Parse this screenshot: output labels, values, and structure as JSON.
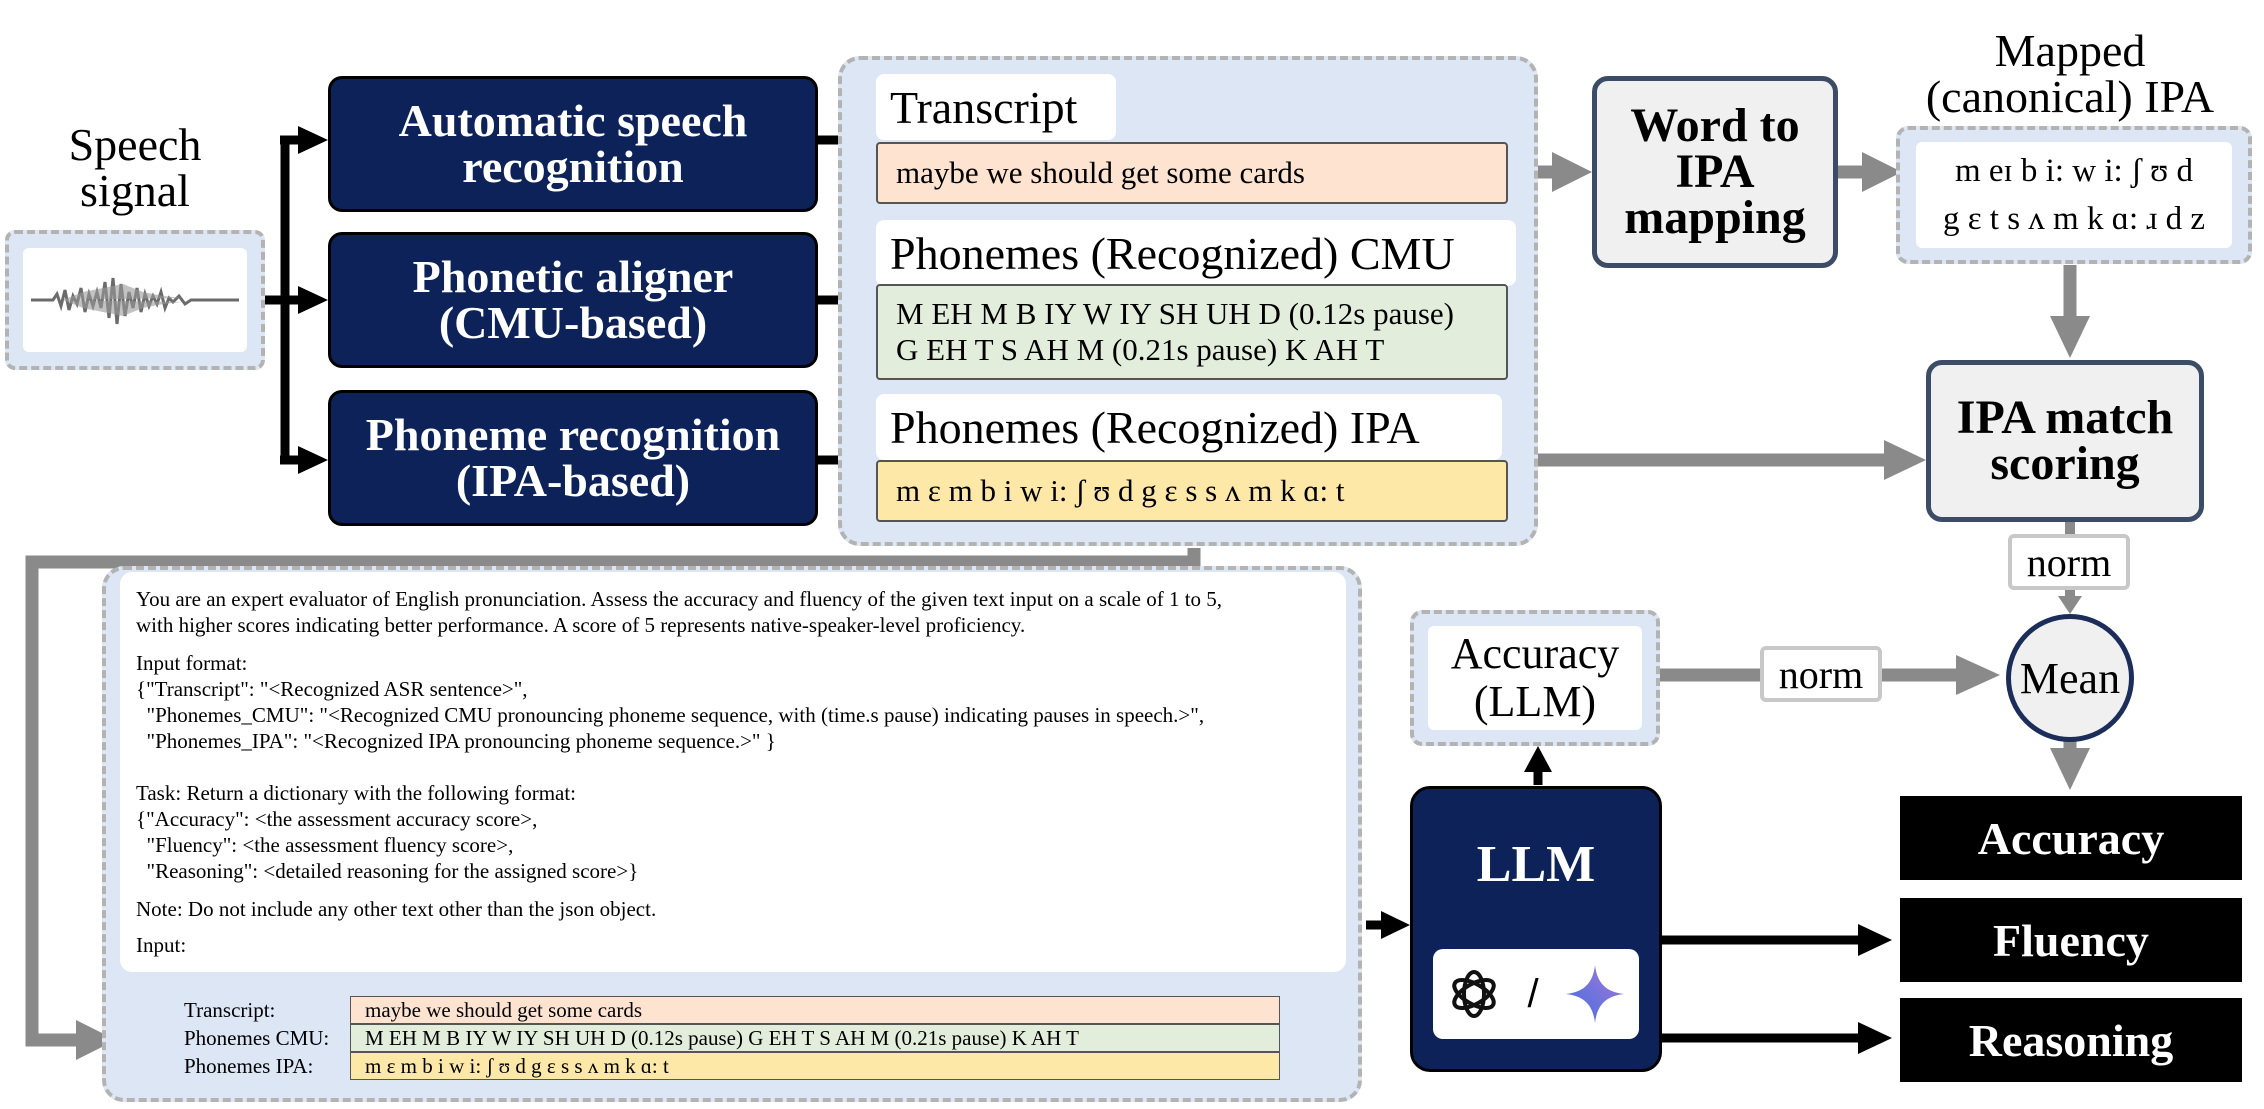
{
  "input": {
    "title_line1": "Speech",
    "title_line2": "signal"
  },
  "modules": {
    "asr_line1": "Automatic speech",
    "asr_line2": "recognition",
    "aligner_line1": "Phonetic aligner",
    "aligner_line2": "(CMU-based)",
    "phoneme_line1": "Phoneme recognition",
    "phoneme_line2": "(IPA-based)"
  },
  "outputs": {
    "transcript_label": "Transcript",
    "transcript_value": "maybe we should get some cards",
    "cmu_label": "Phonemes (Recognized) CMU",
    "cmu_line1": "M EH M B IY W IY SH UH D (0.12s pause)",
    "cmu_line2": "G EH T S AH M (0.21s pause) K AH T",
    "ipa_label": "Phonemes (Recognized) IPA",
    "ipa_value": "m ɛ m b i w i: ʃ ʊ d g ɛ s s ʌ m k ɑ: t"
  },
  "mapping": {
    "word_to_ipa_line1": "Word to",
    "word_to_ipa_line2": "IPA",
    "word_to_ipa_line3": "mapping",
    "mapped_title_line1": "Mapped",
    "mapped_title_line2": "(canonical) IPA",
    "mapped_line1": "m eɪ b i: w i: ʃ ʊ d",
    "mapped_line2": "g ɛ t s ʌ m k ɑ: ɹ d z",
    "match_line1": "IPA match",
    "match_line2": "scoring",
    "norm1": "norm",
    "norm2": "norm",
    "mean": "Mean"
  },
  "prompt": {
    "intro_line1": "You are an expert evaluator of English pronunciation. Assess the accuracy and fluency of the given text input on a scale of 1 to 5,",
    "intro_line2": "with higher scores indicating better performance. A score of 5 represents native-speaker-level proficiency.",
    "input_format": "Input format:",
    "fmt_line1": "{\"Transcript\": \"<Recognized ASR sentence>\",",
    "fmt_line2": "  \"Phonemes_CMU\": \"<Recognized CMU pronouncing phoneme sequence, with (time.s pause) indicating pauses in speech.>\",",
    "fmt_line3": "  \"Phonemes_IPA\": \"<Recognized IPA pronouncing phoneme sequence.>\" }",
    "task": "Task: Return a dictionary with the following format:",
    "task_line1": "{\"Accuracy\": <the assessment accuracy score>,",
    "task_line2": "  \"Fluency\": <the assessment fluency score>,",
    "task_line3": "  \"Reasoning\": <detailed reasoning for the assigned score>}",
    "note": "Note: Do not include any other text other than the json object.",
    "input_label": "Input:",
    "row_transcript_label": "Transcript:",
    "row_transcript_value": "maybe we should get some cards",
    "row_cmu_label": "Phonemes CMU:",
    "row_cmu_value": "M EH M B IY W IY SH UH D (0.12s pause) G EH T S AH M (0.21s pause) K AH T",
    "row_ipa_label": "Phonemes IPA:",
    "row_ipa_value": "m ɛ m b i w i: ʃ ʊ d g ɛ s s ʌ m k ɑ: t"
  },
  "llm": {
    "title": "LLM",
    "separator": "/",
    "icons": [
      "openai-icon",
      "gemini-sparkle-icon"
    ],
    "acc_line1": "Accuracy",
    "acc_line2": "(LLM)"
  },
  "results": {
    "accuracy": "Accuracy",
    "fluency": "Fluency",
    "reasoning": "Reasoning"
  }
}
